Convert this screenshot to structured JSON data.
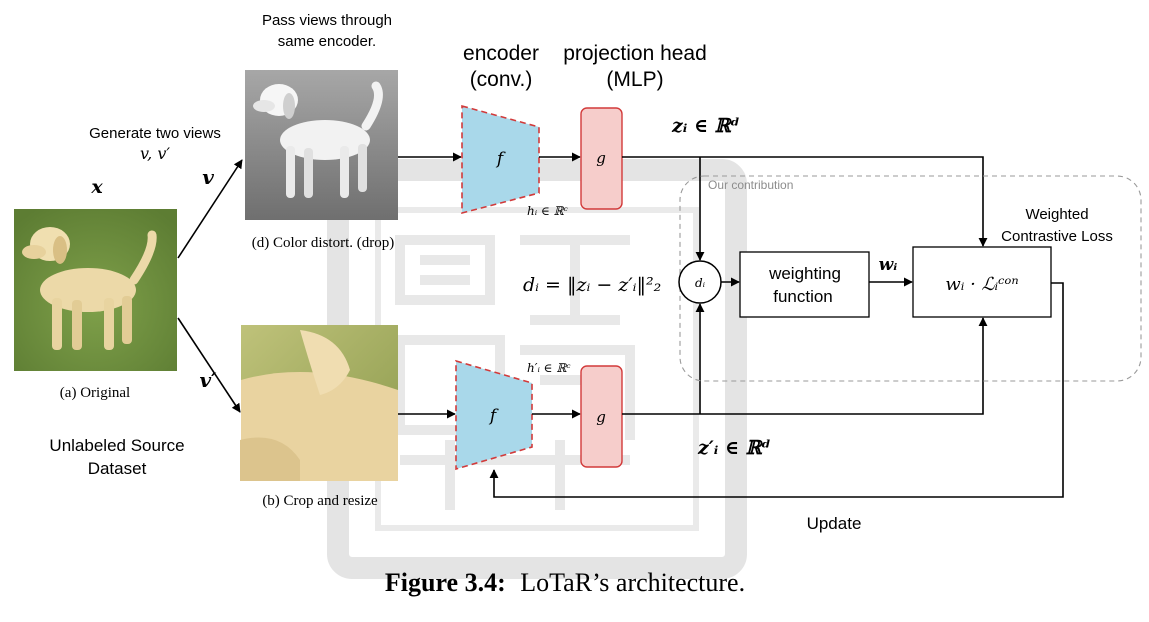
{
  "caption": {
    "label": "Figure 3.4:",
    "text": "LoTaR’s architecture."
  },
  "watermark": {
    "kind": "university seal",
    "color": "#cfcfcf"
  },
  "left": {
    "x_symbol": "x",
    "original_caption": "(a) Original",
    "dataset_label_line1": "Unlabeled Source",
    "dataset_label_line2": "Dataset",
    "generate_line1": "Generate two views",
    "generate_math": "v, v′",
    "v_symbol": "v",
    "vprime_symbol": "v′"
  },
  "views": {
    "pass_line1": "Pass views through",
    "pass_line2": "same encoder.",
    "top_caption": "(d) Color distort. (drop)",
    "bottom_caption": "(b) Crop and resize"
  },
  "encoder": {
    "title_line1": "encoder",
    "title_line2": "(conv.)",
    "symbol": "f",
    "h_top": "hᵢ ∈ ℝᶜ",
    "h_bottom": "h′ᵢ ∈ ℝᶜ",
    "fill": "#a9d8ea",
    "border": "#d23a3a"
  },
  "projection": {
    "title_line1": "projection head",
    "title_line2": "(MLP)",
    "symbol": "g",
    "fill": "#f6cdcb",
    "border": "#d23a3a"
  },
  "outputs": {
    "z_top": "zᵢ ∈ ℝᵈ",
    "z_bottom": "z′ᵢ ∈ ℝᵈ",
    "d_equation": "dᵢ = ‖zᵢ − z′ᵢ‖²₂",
    "d_node": "dᵢ"
  },
  "contribution": {
    "label": "Our contribution",
    "weighting_line1": "weighting",
    "weighting_line2": "function",
    "w_symbol": "wᵢ",
    "loss_text": "wᵢ · ℒᵢᶜᵒⁿ",
    "loss_title_line1": "Weighted",
    "loss_title_line2": "Contrastive Loss",
    "update_label": "Update"
  }
}
